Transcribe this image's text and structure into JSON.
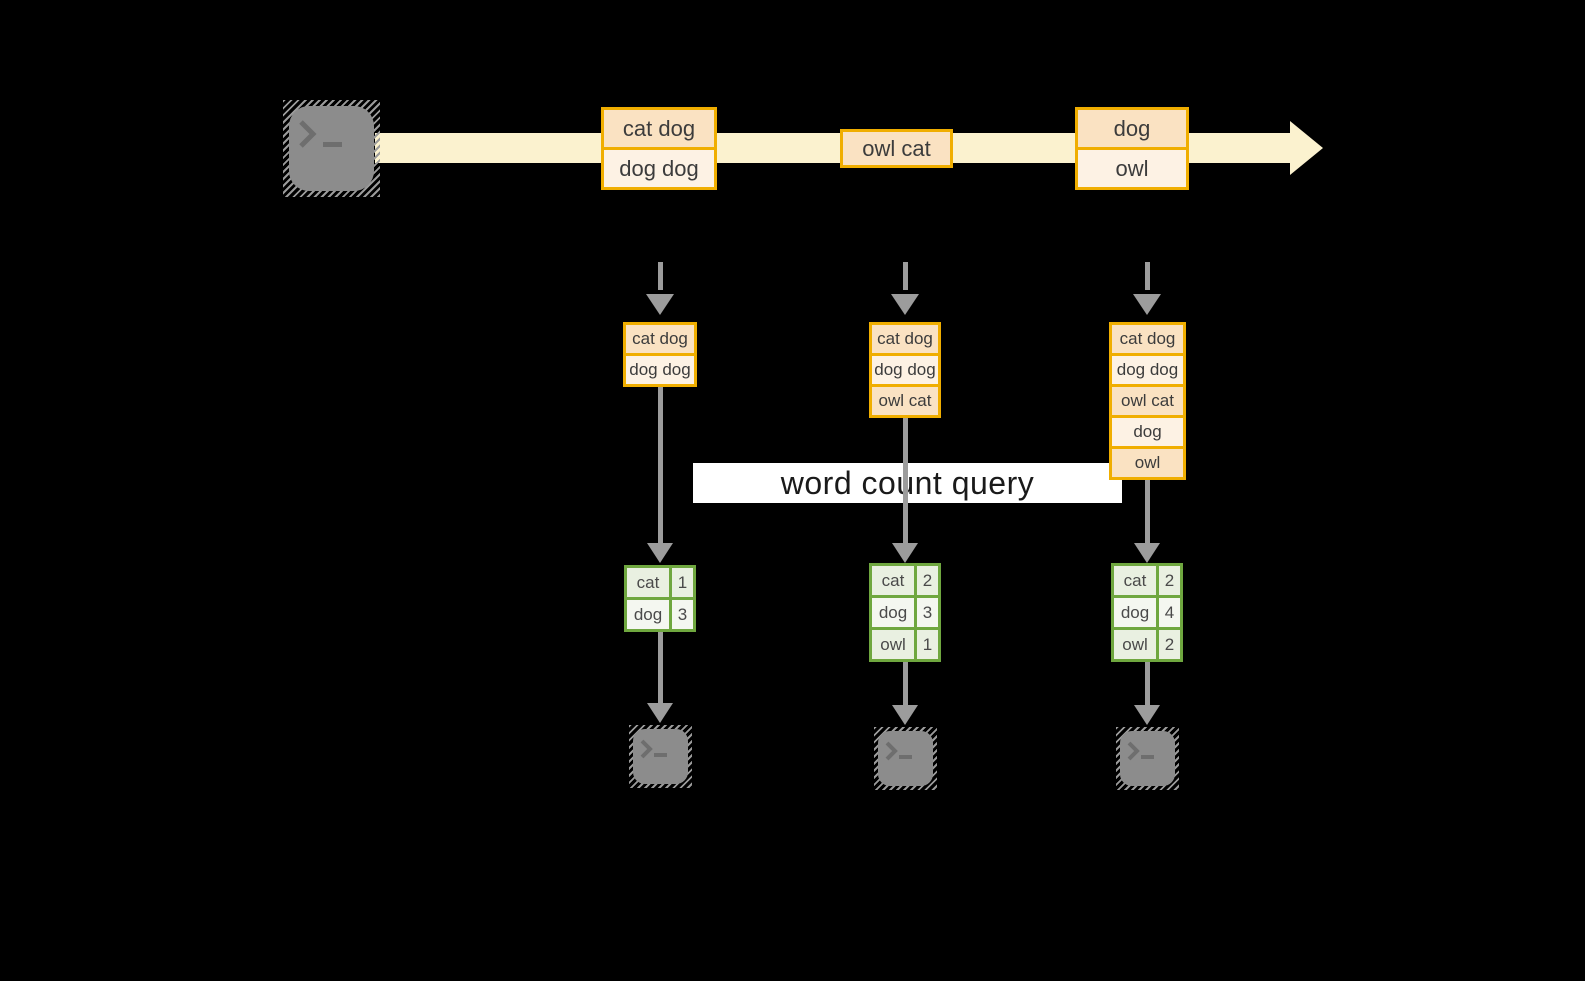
{
  "query_label": "word count query",
  "stream": {
    "source_icon": "terminal",
    "batches": [
      {
        "rows": [
          "cat dog",
          "dog dog"
        ]
      },
      {
        "rows": [
          "owl cat"
        ]
      },
      {
        "rows": [
          "dog",
          "owl"
        ]
      }
    ]
  },
  "columns": [
    {
      "input_rows": [
        "cat dog",
        "dog dog"
      ],
      "counts": [
        [
          "cat",
          "1"
        ],
        [
          "dog",
          "3"
        ]
      ]
    },
    {
      "input_rows": [
        "cat dog",
        "dog dog",
        "owl cat"
      ],
      "counts": [
        [
          "cat",
          "2"
        ],
        [
          "dog",
          "3"
        ],
        [
          "owl",
          "1"
        ]
      ]
    },
    {
      "input_rows": [
        "cat dog",
        "dog dog",
        "owl cat",
        "dog",
        "owl"
      ],
      "counts": [
        [
          "cat",
          "2"
        ],
        [
          "dog",
          "4"
        ],
        [
          "owl",
          "2"
        ]
      ]
    }
  ],
  "colors": {
    "background": "#000000",
    "stream_band": "#FBF2CF",
    "box_border": "#F0AE00",
    "box_fill_dark": "#FAE2C2",
    "box_fill_light": "#FDF2E4",
    "table_border": "#6FA73F",
    "cell_fill_dark": "#E9F0E1",
    "cell_fill_light": "#F4F7F0",
    "arrow": "#9C9C9C",
    "terminal": "#8C8C8C",
    "terminal_glyph": "#6E6E6E",
    "text": "#3C3C3C",
    "query_bg": "#FFFFFF",
    "query_text": "#1A1A1A"
  }
}
